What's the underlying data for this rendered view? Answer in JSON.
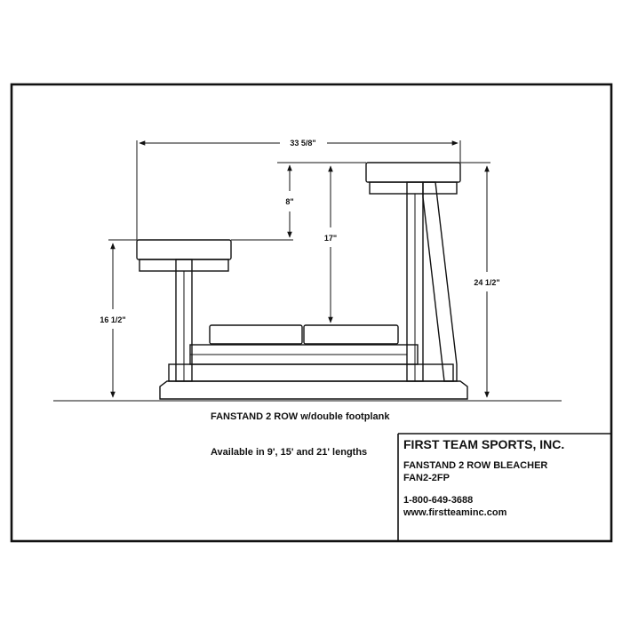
{
  "dimensions": {
    "overall_depth": "33 5/8\"",
    "rise": "8\"",
    "footplank_to_top_seat": "17\"",
    "top_seat_height": "24 1/2\"",
    "lower_seat_height": "16 1/2\""
  },
  "captions": {
    "model": "FANSTAND 2 ROW w/double footplank",
    "lengths": "Available in 9', 15' and 21' lengths"
  },
  "title_block": {
    "company": "FIRST TEAM SPORTS, INC.",
    "product": "FANSTAND 2 ROW BLEACHER",
    "part_number": "FAN2-2FP",
    "phone": "1-800-649-3688",
    "website": "www.firstteaminc.com"
  }
}
